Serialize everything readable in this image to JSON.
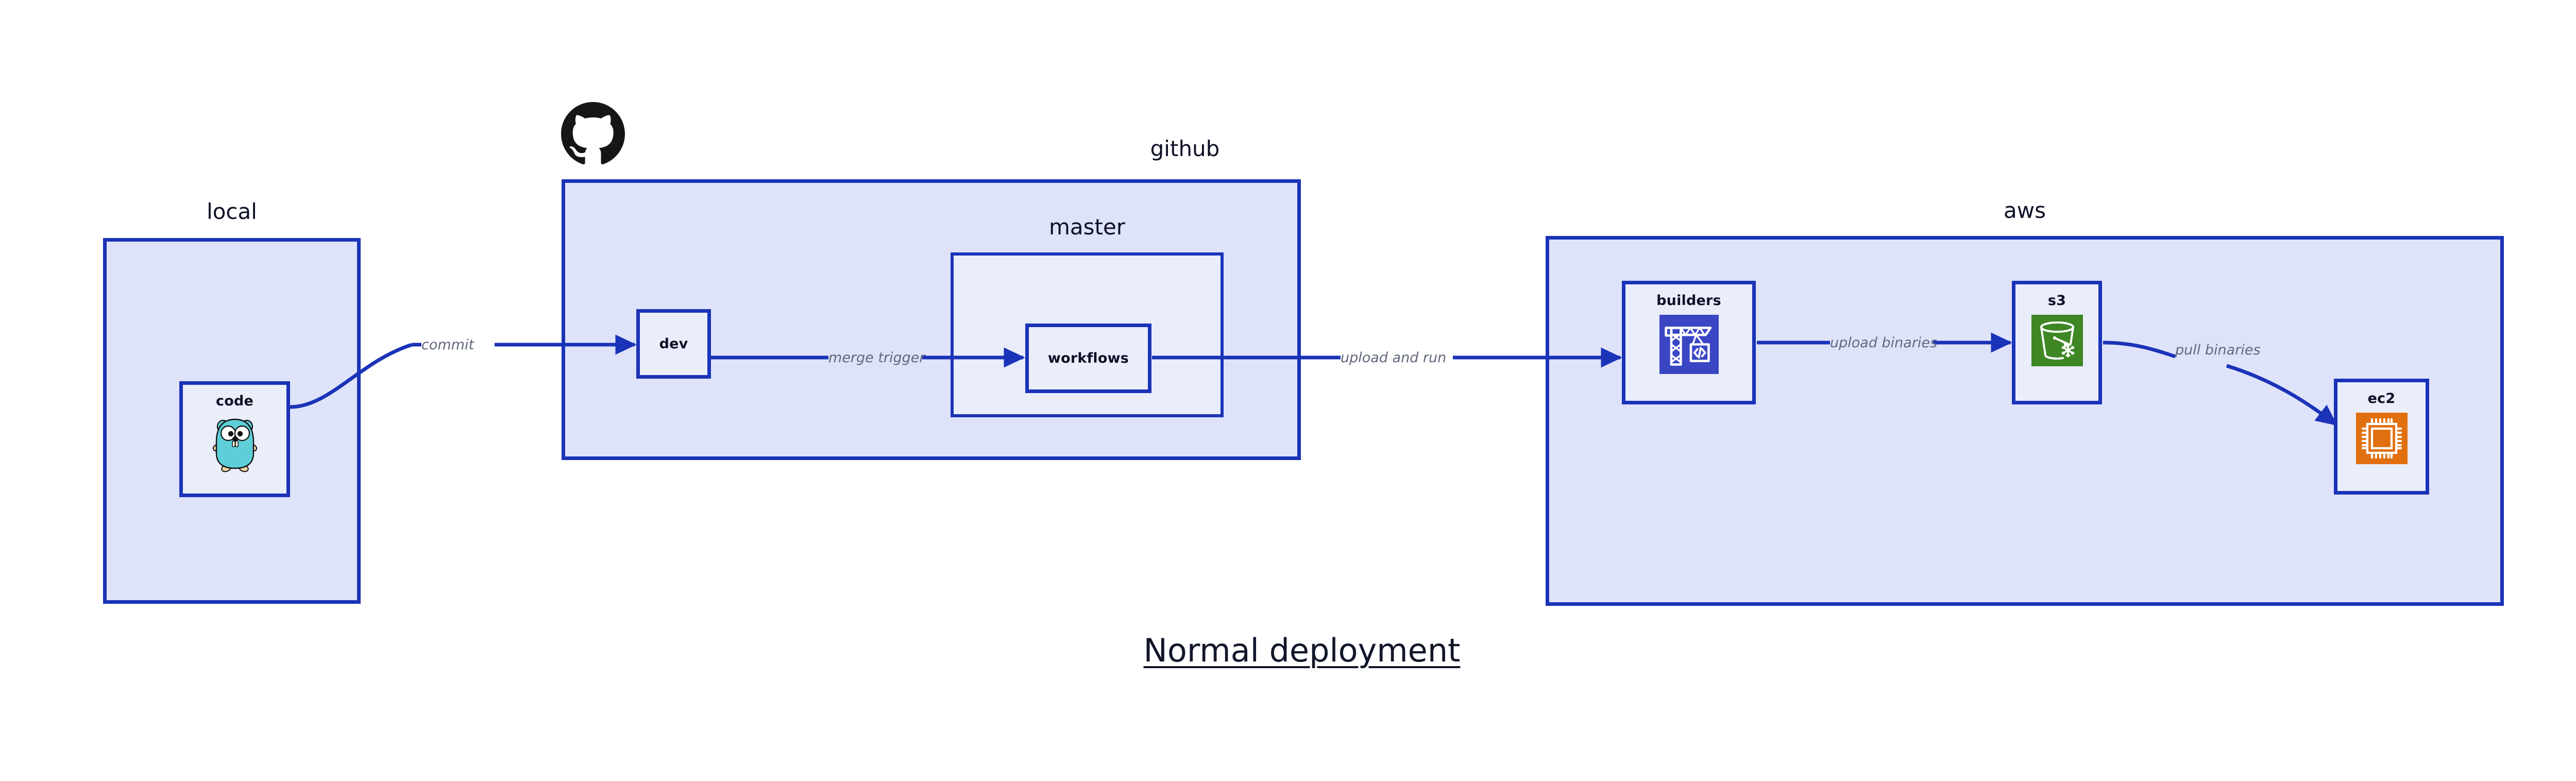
{
  "diagram": {
    "title": "Normal deployment",
    "colors": {
      "edge": "#1a33b8",
      "container_border": "#1a33b8",
      "container_fill": "#dfe3fa",
      "subcontainer_fill": "#e9edfb",
      "node_fill": "#eaeefb",
      "node_label": "#0d1026",
      "edge_label": "#61687d",
      "title": "#111629",
      "builders_icon": "#3a46c4",
      "s3_icon": "#3f8624",
      "ec2_icon": "#e0700f",
      "gopher": "#5ecfd8",
      "octocat": "#171515"
    }
  },
  "groups": [
    {
      "id": "local",
      "label": "local"
    },
    {
      "id": "github",
      "label": "github"
    },
    {
      "id": "master",
      "label": "master"
    },
    {
      "id": "aws",
      "label": "aws"
    }
  ],
  "nodes": [
    {
      "id": "code",
      "label": "code",
      "icon": "go-gopher-icon",
      "group": "local"
    },
    {
      "id": "dev",
      "label": "dev",
      "icon": null,
      "group": "github"
    },
    {
      "id": "workflows",
      "label": "workflows",
      "icon": null,
      "group": "master"
    },
    {
      "id": "builders",
      "label": "builders",
      "icon": "aws-codebuild-icon",
      "group": "aws"
    },
    {
      "id": "s3",
      "label": "s3",
      "icon": "aws-s3-bucket-icon",
      "group": "aws"
    },
    {
      "id": "ec2",
      "label": "ec2",
      "icon": "aws-ec2-chip-icon",
      "group": "aws"
    }
  ],
  "edges": [
    {
      "id": "commit",
      "label": "commit",
      "from": "code",
      "to": "dev"
    },
    {
      "id": "merge-trigger",
      "label": "merge trigger",
      "from": "dev",
      "to": "workflows"
    },
    {
      "id": "upload-and-run",
      "label": "upload and run",
      "from": "workflows",
      "to": "builders"
    },
    {
      "id": "upload-binaries",
      "label": "upload binaries",
      "from": "builders",
      "to": "s3"
    },
    {
      "id": "pull-binaries",
      "label": "pull binaries",
      "from": "s3",
      "to": "ec2"
    }
  ],
  "logos": [
    {
      "id": "github-octocat",
      "name": "github-octocat-logo"
    }
  ]
}
